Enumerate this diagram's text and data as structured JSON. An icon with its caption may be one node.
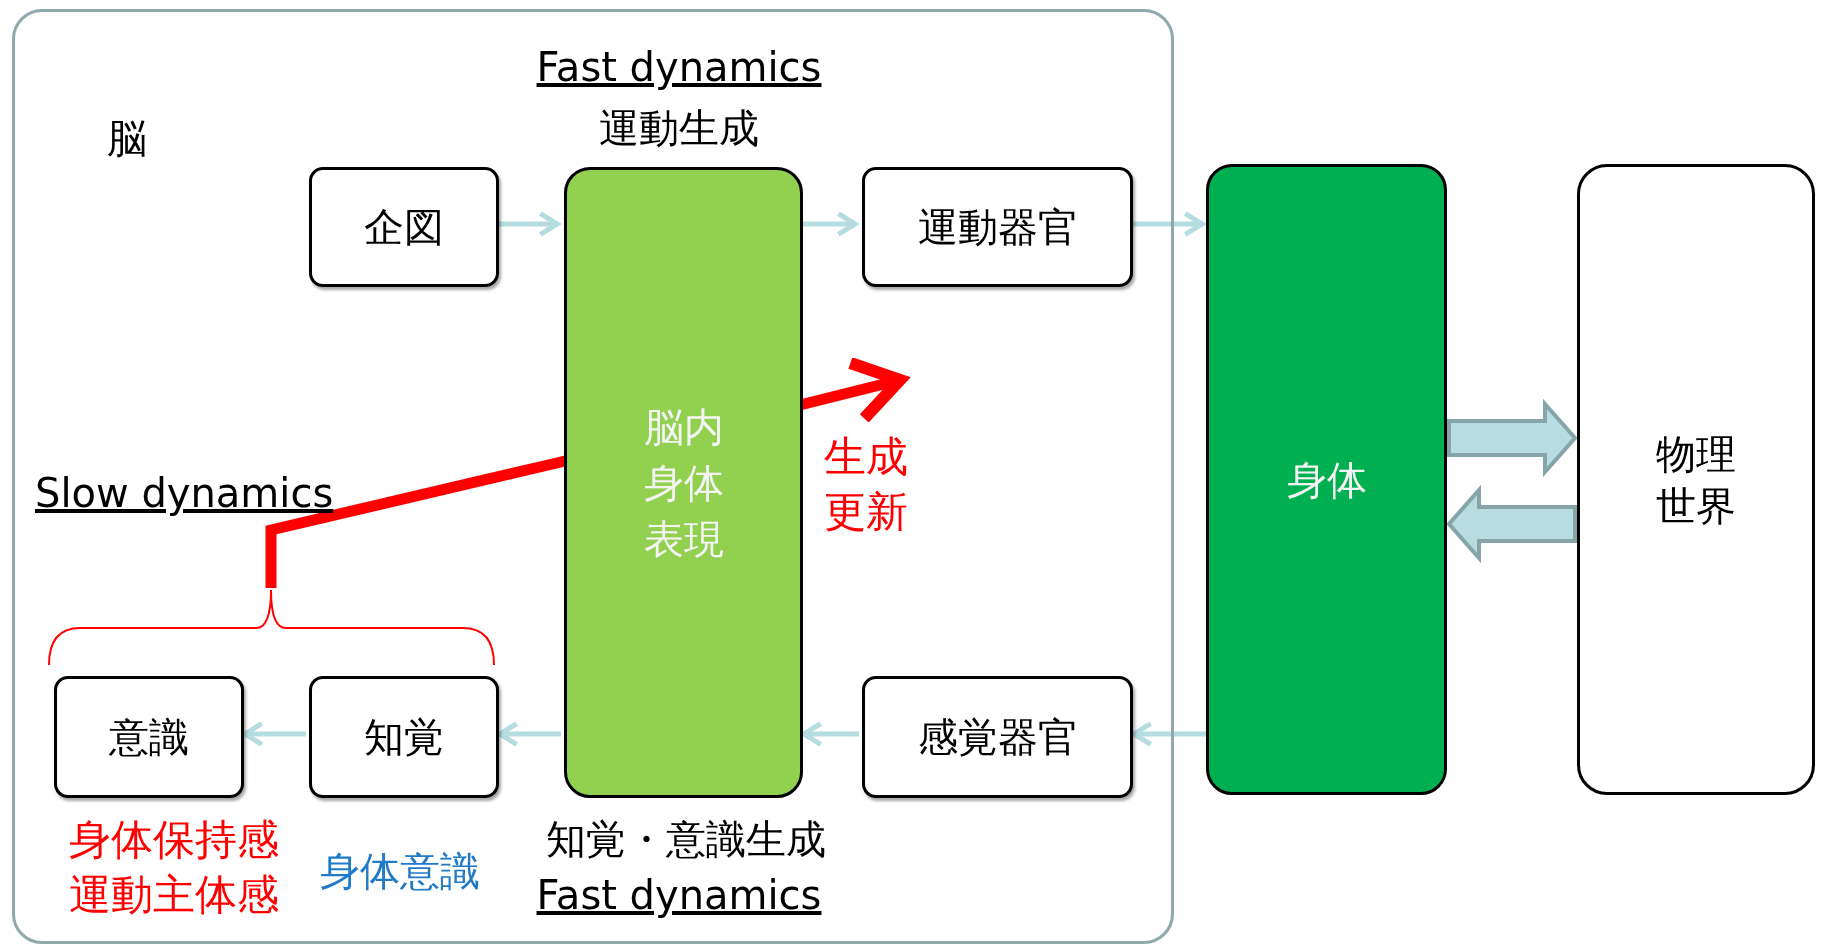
{
  "diagram": {
    "nodes": [
      {
        "text": [
          "脳"
        ]
      },
      {
        "text": [
          "企図"
        ],
        "in": 0
      },
      {
        "text": [
          "脳内身体表現"
        ],
        "in": 0,
        "beside": [
          "Fast dynamics",
          "運動生成",
          "知覚・意識生成",
          "Fast dynamics"
        ]
      },
      {
        "text": [
          "運動器官"
        ],
        "in": 0
      },
      {
        "text": [
          "身体"
        ]
      },
      {
        "text": [
          "物理世界"
        ]
      },
      {
        "text": [
          "意識"
        ],
        "in": 0,
        "beside": [
          "身体保持感運動主体感"
        ]
      },
      {
        "text": [
          "知覚"
        ],
        "in": 0,
        "beside": [
          "身体意識"
        ]
      },
      {
        "text": [
          "感覚器官"
        ],
        "in": 0
      }
    ],
    "edges": [
      {
        "from": 1,
        "to": 2,
        "arrow": "to"
      },
      {
        "from": 2,
        "to": 3,
        "arrow": "to"
      },
      {
        "from": 3,
        "to": 4,
        "arrow": "to"
      },
      {
        "from": 4,
        "to": 8,
        "arrow": "to"
      },
      {
        "from": 8,
        "to": 2,
        "arrow": "to"
      },
      {
        "from": 2,
        "to": 7,
        "arrow": "to"
      },
      {
        "from": 7,
        "to": 6,
        "arrow": "to"
      },
      {
        "from": 4,
        "to": 5,
        "arrow": "to",
        "style": "thick"
      },
      {
        "from": 5,
        "to": 4,
        "arrow": "to",
        "style": "thick"
      },
      {
        "from": 6,
        "to": null,
        "arrow": "to",
        "style": "thick",
        "color": "#ff0000",
        "label": "生成更新"
      },
      {
        "from": 7,
        "to": null,
        "arrow": "to",
        "style": "thick",
        "color": "#ff0000"
      }
    ],
    "labels": [
      "Slow dynamics"
    ]
  }
}
